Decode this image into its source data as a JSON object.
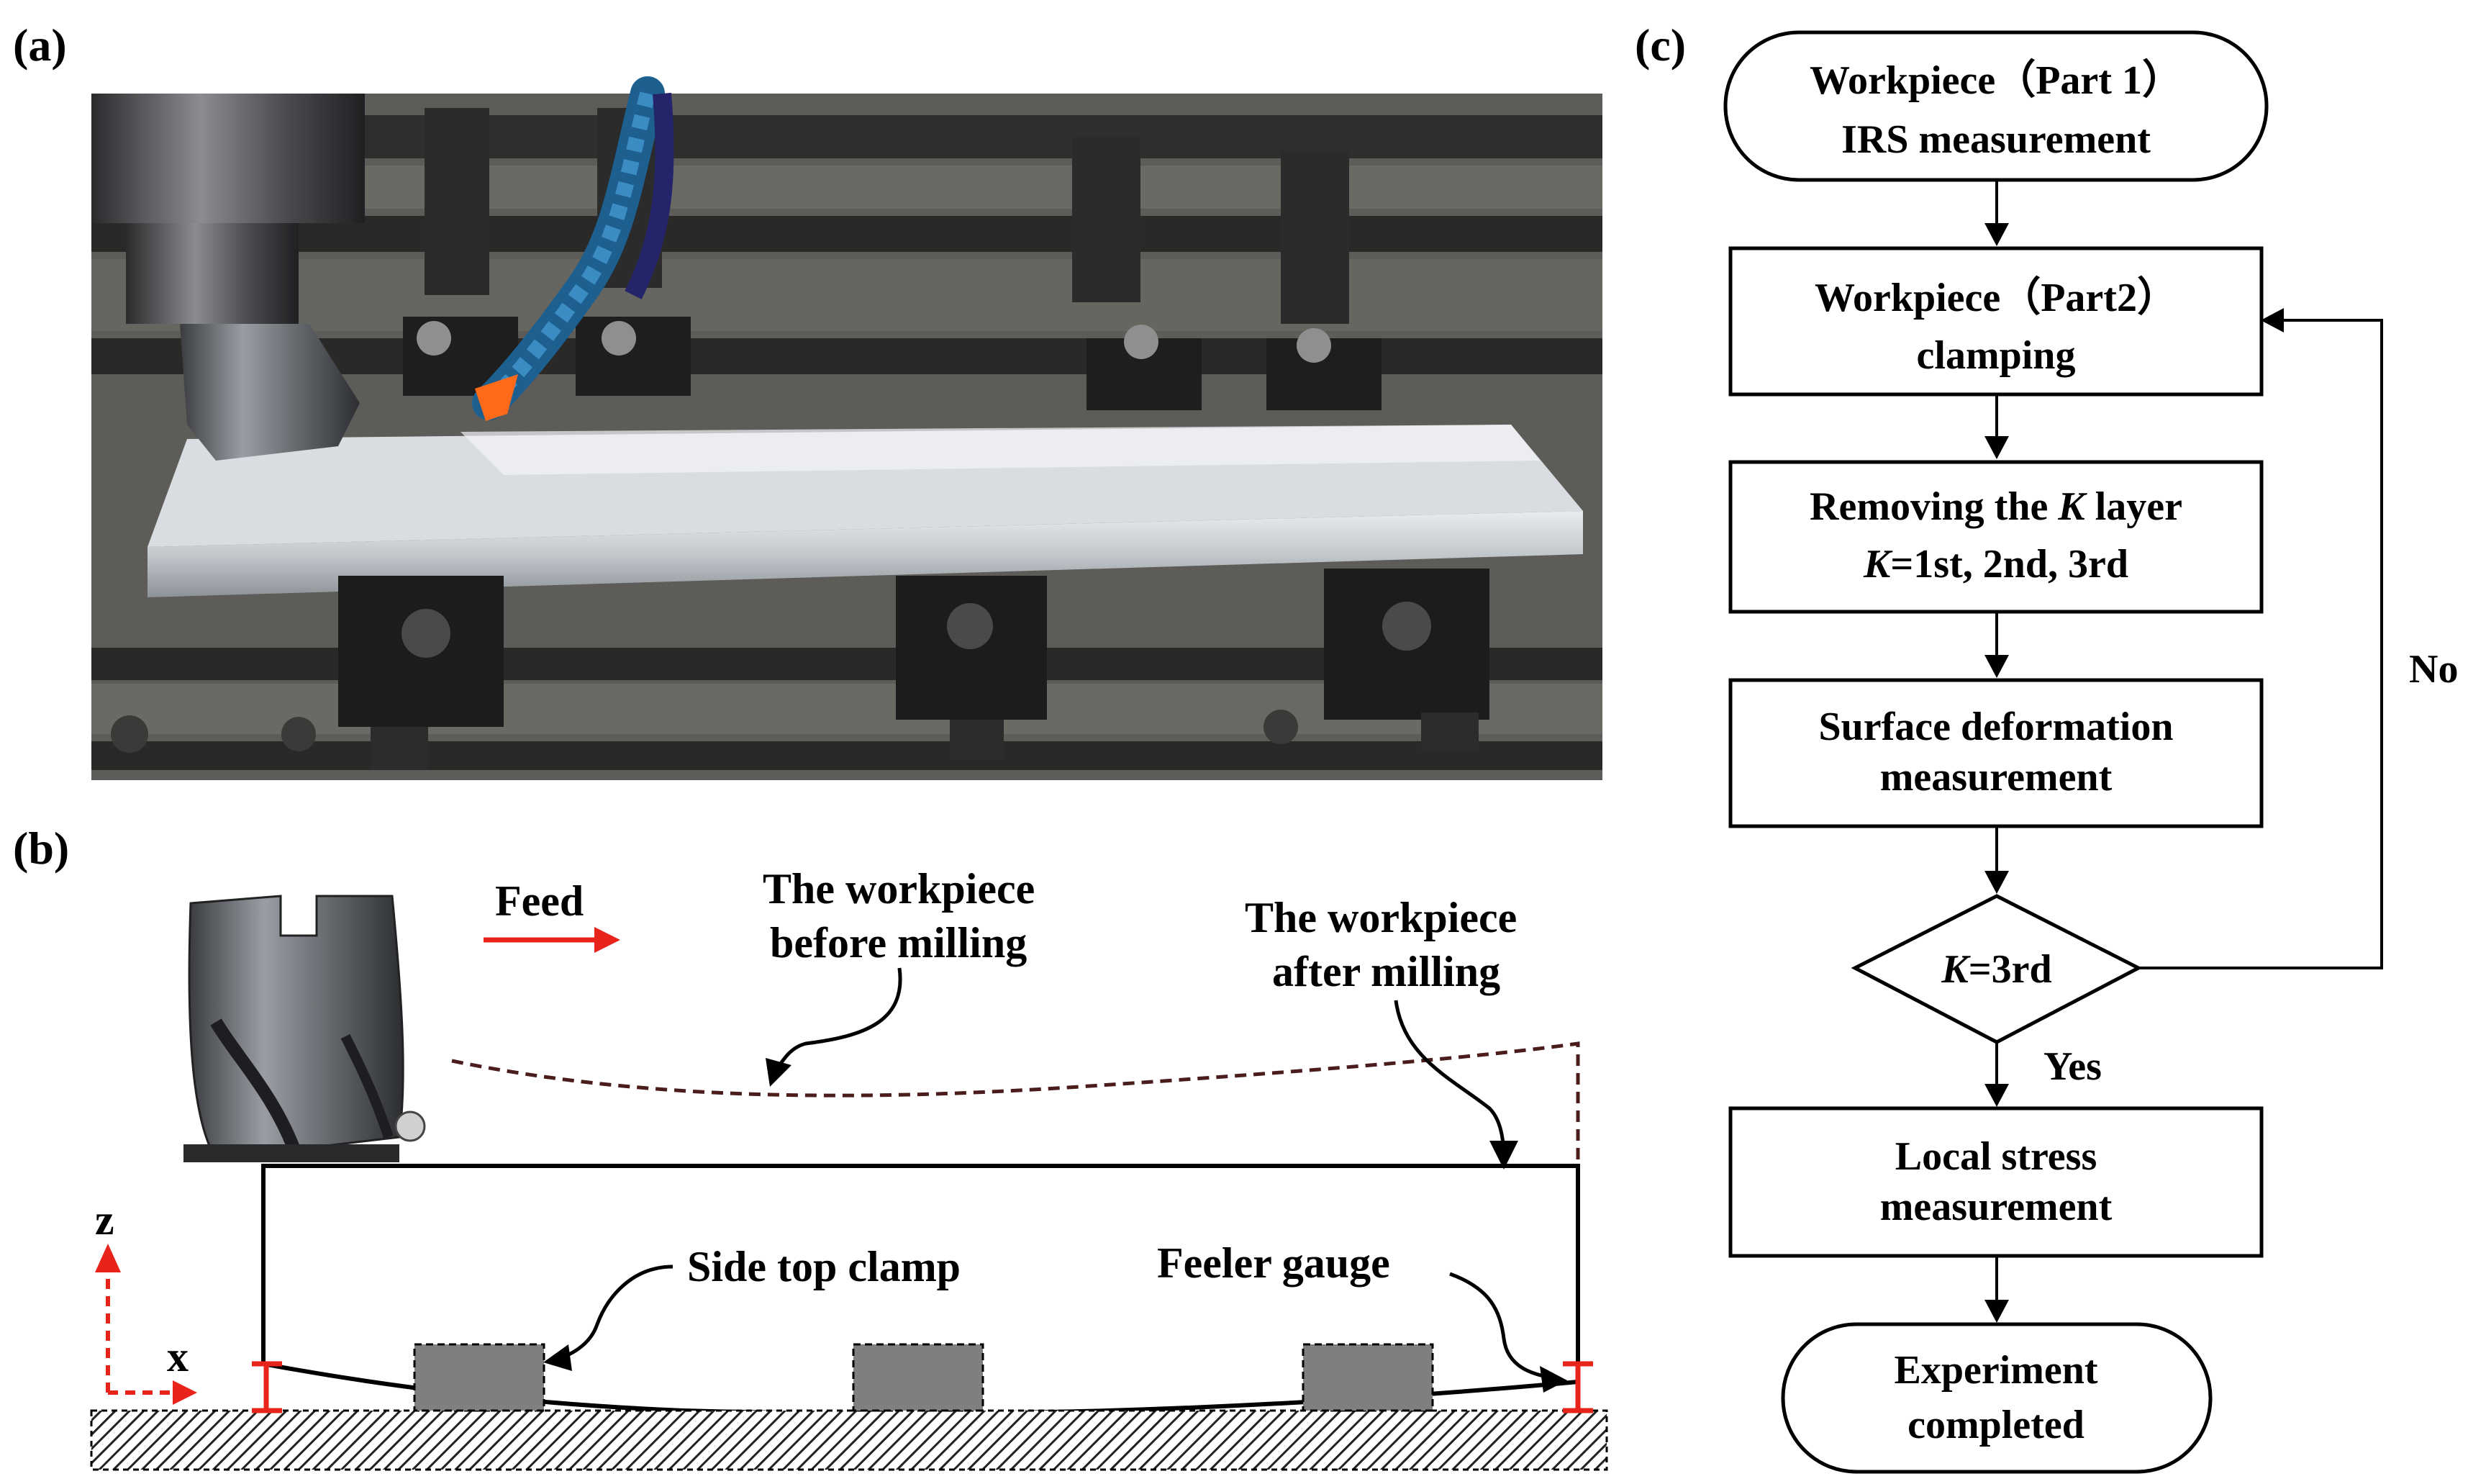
{
  "panels": {
    "a": "(a)",
    "b": "(b)",
    "c": "(c)"
  },
  "diagram_b": {
    "feed": "Feed",
    "before_line1": "The workpiece",
    "before_line2": "before milling",
    "after_line1": "The workpiece",
    "after_line2": "after milling",
    "side_clamp": "Side top clamp",
    "feeler": "Feeler gauge",
    "axis_z": "z",
    "axis_x": "x"
  },
  "flowchart": {
    "start_line1": "Workpiece（Part 1）",
    "start_line2": "IRS measurement",
    "clamp_line1": "Workpiece（Part2）",
    "clamp_line2": "clamping",
    "remove_line1_pre": "Removing the ",
    "remove_line1_k": "K",
    "remove_line1_post": " layer",
    "remove_line2_k": "K",
    "remove_line2_rest": "=1st, 2nd, 3rd",
    "surface_line1": "Surface deformation",
    "surface_line2": "measurement",
    "decision_k": "K",
    "decision_rest": "=3rd",
    "no": "No",
    "yes": "Yes",
    "local_line1": "Local stress",
    "local_line2": "measurement",
    "end_line1": "Experiment",
    "end_line2": "completed"
  },
  "colors": {
    "feed_arrow": "#e8231a",
    "gauge": "#e8231a",
    "axis": "#e8231a",
    "dashed_curve": "#4a1c1c",
    "clamp_fill": "#7f7f7f"
  }
}
